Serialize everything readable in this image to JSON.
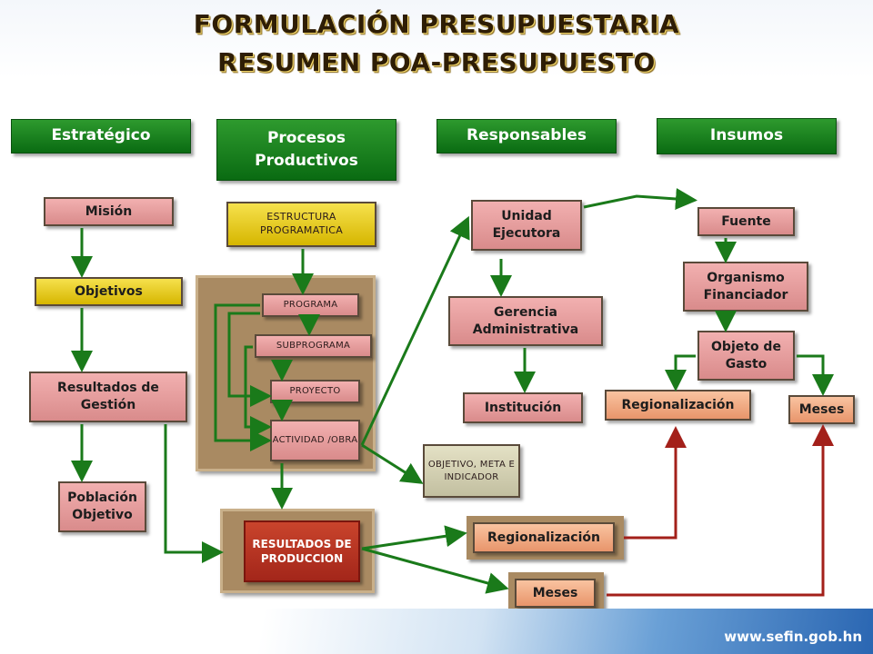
{
  "title": {
    "line1": "FORMULACIÓN PRESUPUESTARIA",
    "line2": "RESUMEN POA-PRESUPUESTO"
  },
  "headers": {
    "estrategico": "Estratégico",
    "procesos": "Procesos Productivos",
    "responsables": "Responsables",
    "insumos": "Insumos"
  },
  "estrategico": {
    "mision": "Misión",
    "objetivos": "Objetivos",
    "resultados": "Resultados de Gestión",
    "poblacion": "Población Objetivo"
  },
  "procesos": {
    "estructura": "ESTRUCTURA PROGRAMATICA",
    "programa": "PROGRAMA",
    "subprograma": "SUBPROGRAMA",
    "proyecto": "PROYECTO",
    "actividad": "ACTIVIDAD /OBRA",
    "resultados_produccion": "RESULTADOS DE PRODUCCION",
    "objetivo_meta": "OBJETIVO, META E INDICADOR"
  },
  "responsables": {
    "unidad": "Unidad Ejecutora",
    "gerencia": "Gerencia Administrativa",
    "institucion": "Institución",
    "regionalizacion": "Regionalización",
    "meses": "Meses"
  },
  "insumos": {
    "fuente": "Fuente",
    "organismo": "Organismo Financiador",
    "objeto": "Objeto de Gasto",
    "regionalizacion": "Regionalización",
    "meses": "Meses"
  },
  "footer": {
    "url": "www.sefin.gob.hn"
  },
  "colors": {
    "green_arrow": "#1a7a1a",
    "red_arrow": "#a3201a",
    "header_green": "#0a6b12"
  }
}
